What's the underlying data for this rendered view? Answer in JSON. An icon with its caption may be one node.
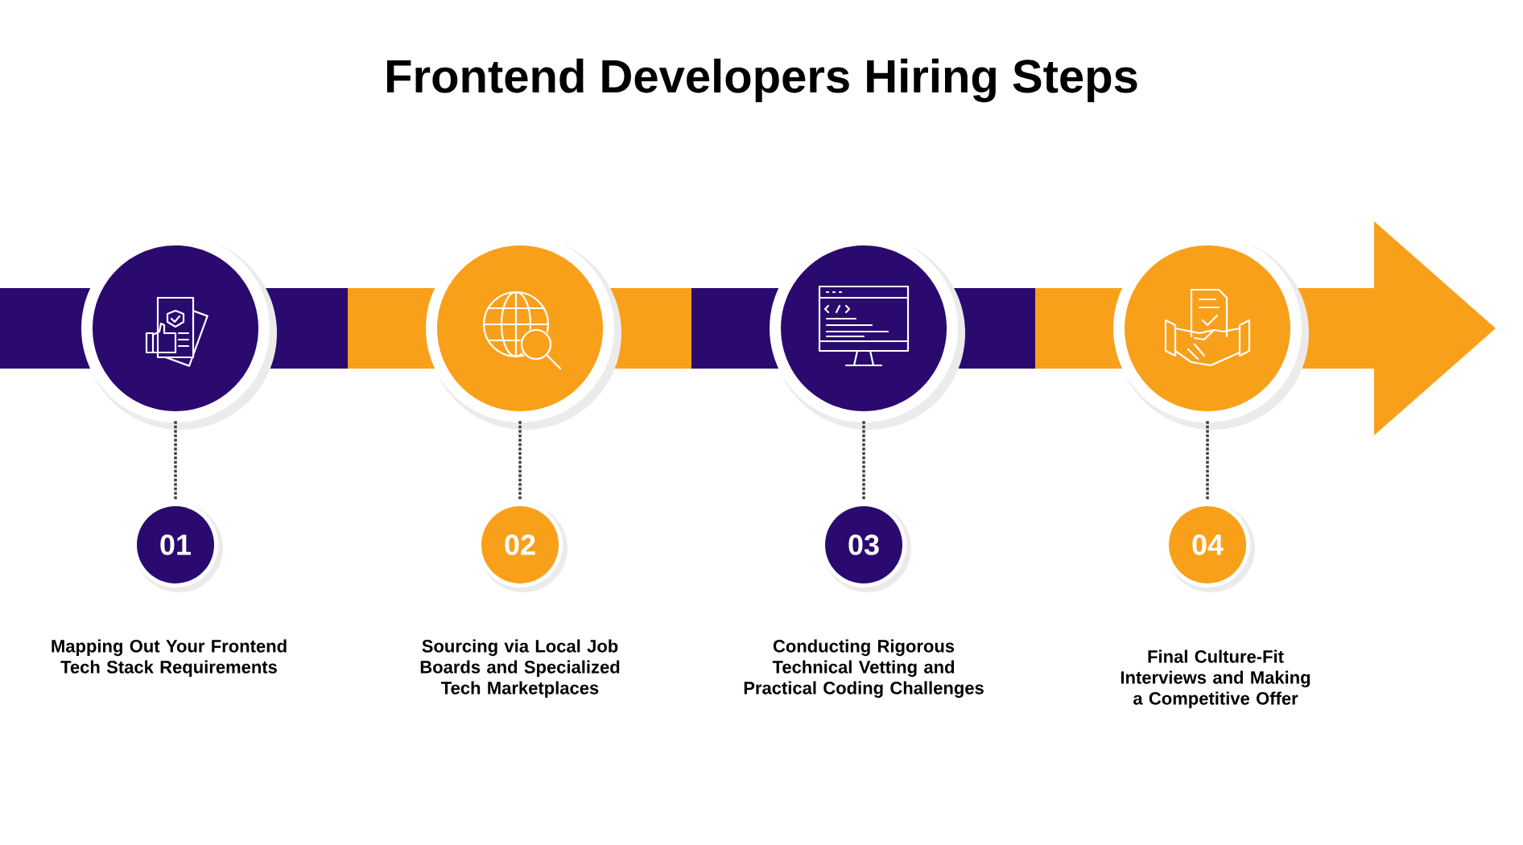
{
  "diagram": {
    "title": "Frontend Developers Hiring Steps",
    "nodes": [
      {
        "text": [],
        "shape": "circle"
      },
      {
        "text": [],
        "shape": "circle"
      },
      {
        "text": [],
        "shape": "circle"
      },
      {
        "text": [],
        "shape": "circle"
      },
      {
        "text": [
          "01"
        ],
        "beside": [
          "Mapping Out Your Frontend Tech Stack Requirements"
        ]
      },
      {
        "text": [
          "02"
        ],
        "beside": [
          "Sourcing via Local Job Boards and Specialized Tech Marketplaces"
        ]
      },
      {
        "text": [
          "03"
        ],
        "beside": [
          "Conducting Rigorous Technical Vetting and Practical Coding Challenges"
        ]
      },
      {
        "text": [
          "04"
        ],
        "beside": [
          "Final Culture-Fit Interviews and Making a Competitive Offer"
        ]
      }
    ],
    "edges": [
      {
        "from": 0,
        "to": 4,
        "arrow": "none",
        "style": "dashed"
      },
      {
        "from": 1,
        "to": 5,
        "arrow": "none",
        "style": "dashed"
      },
      {
        "from": 2,
        "to": 6,
        "arrow": "none",
        "style": "dashed"
      },
      {
        "from": 3,
        "to": 7,
        "arrow": "none",
        "style": "dashed"
      }
    ]
  }
}
